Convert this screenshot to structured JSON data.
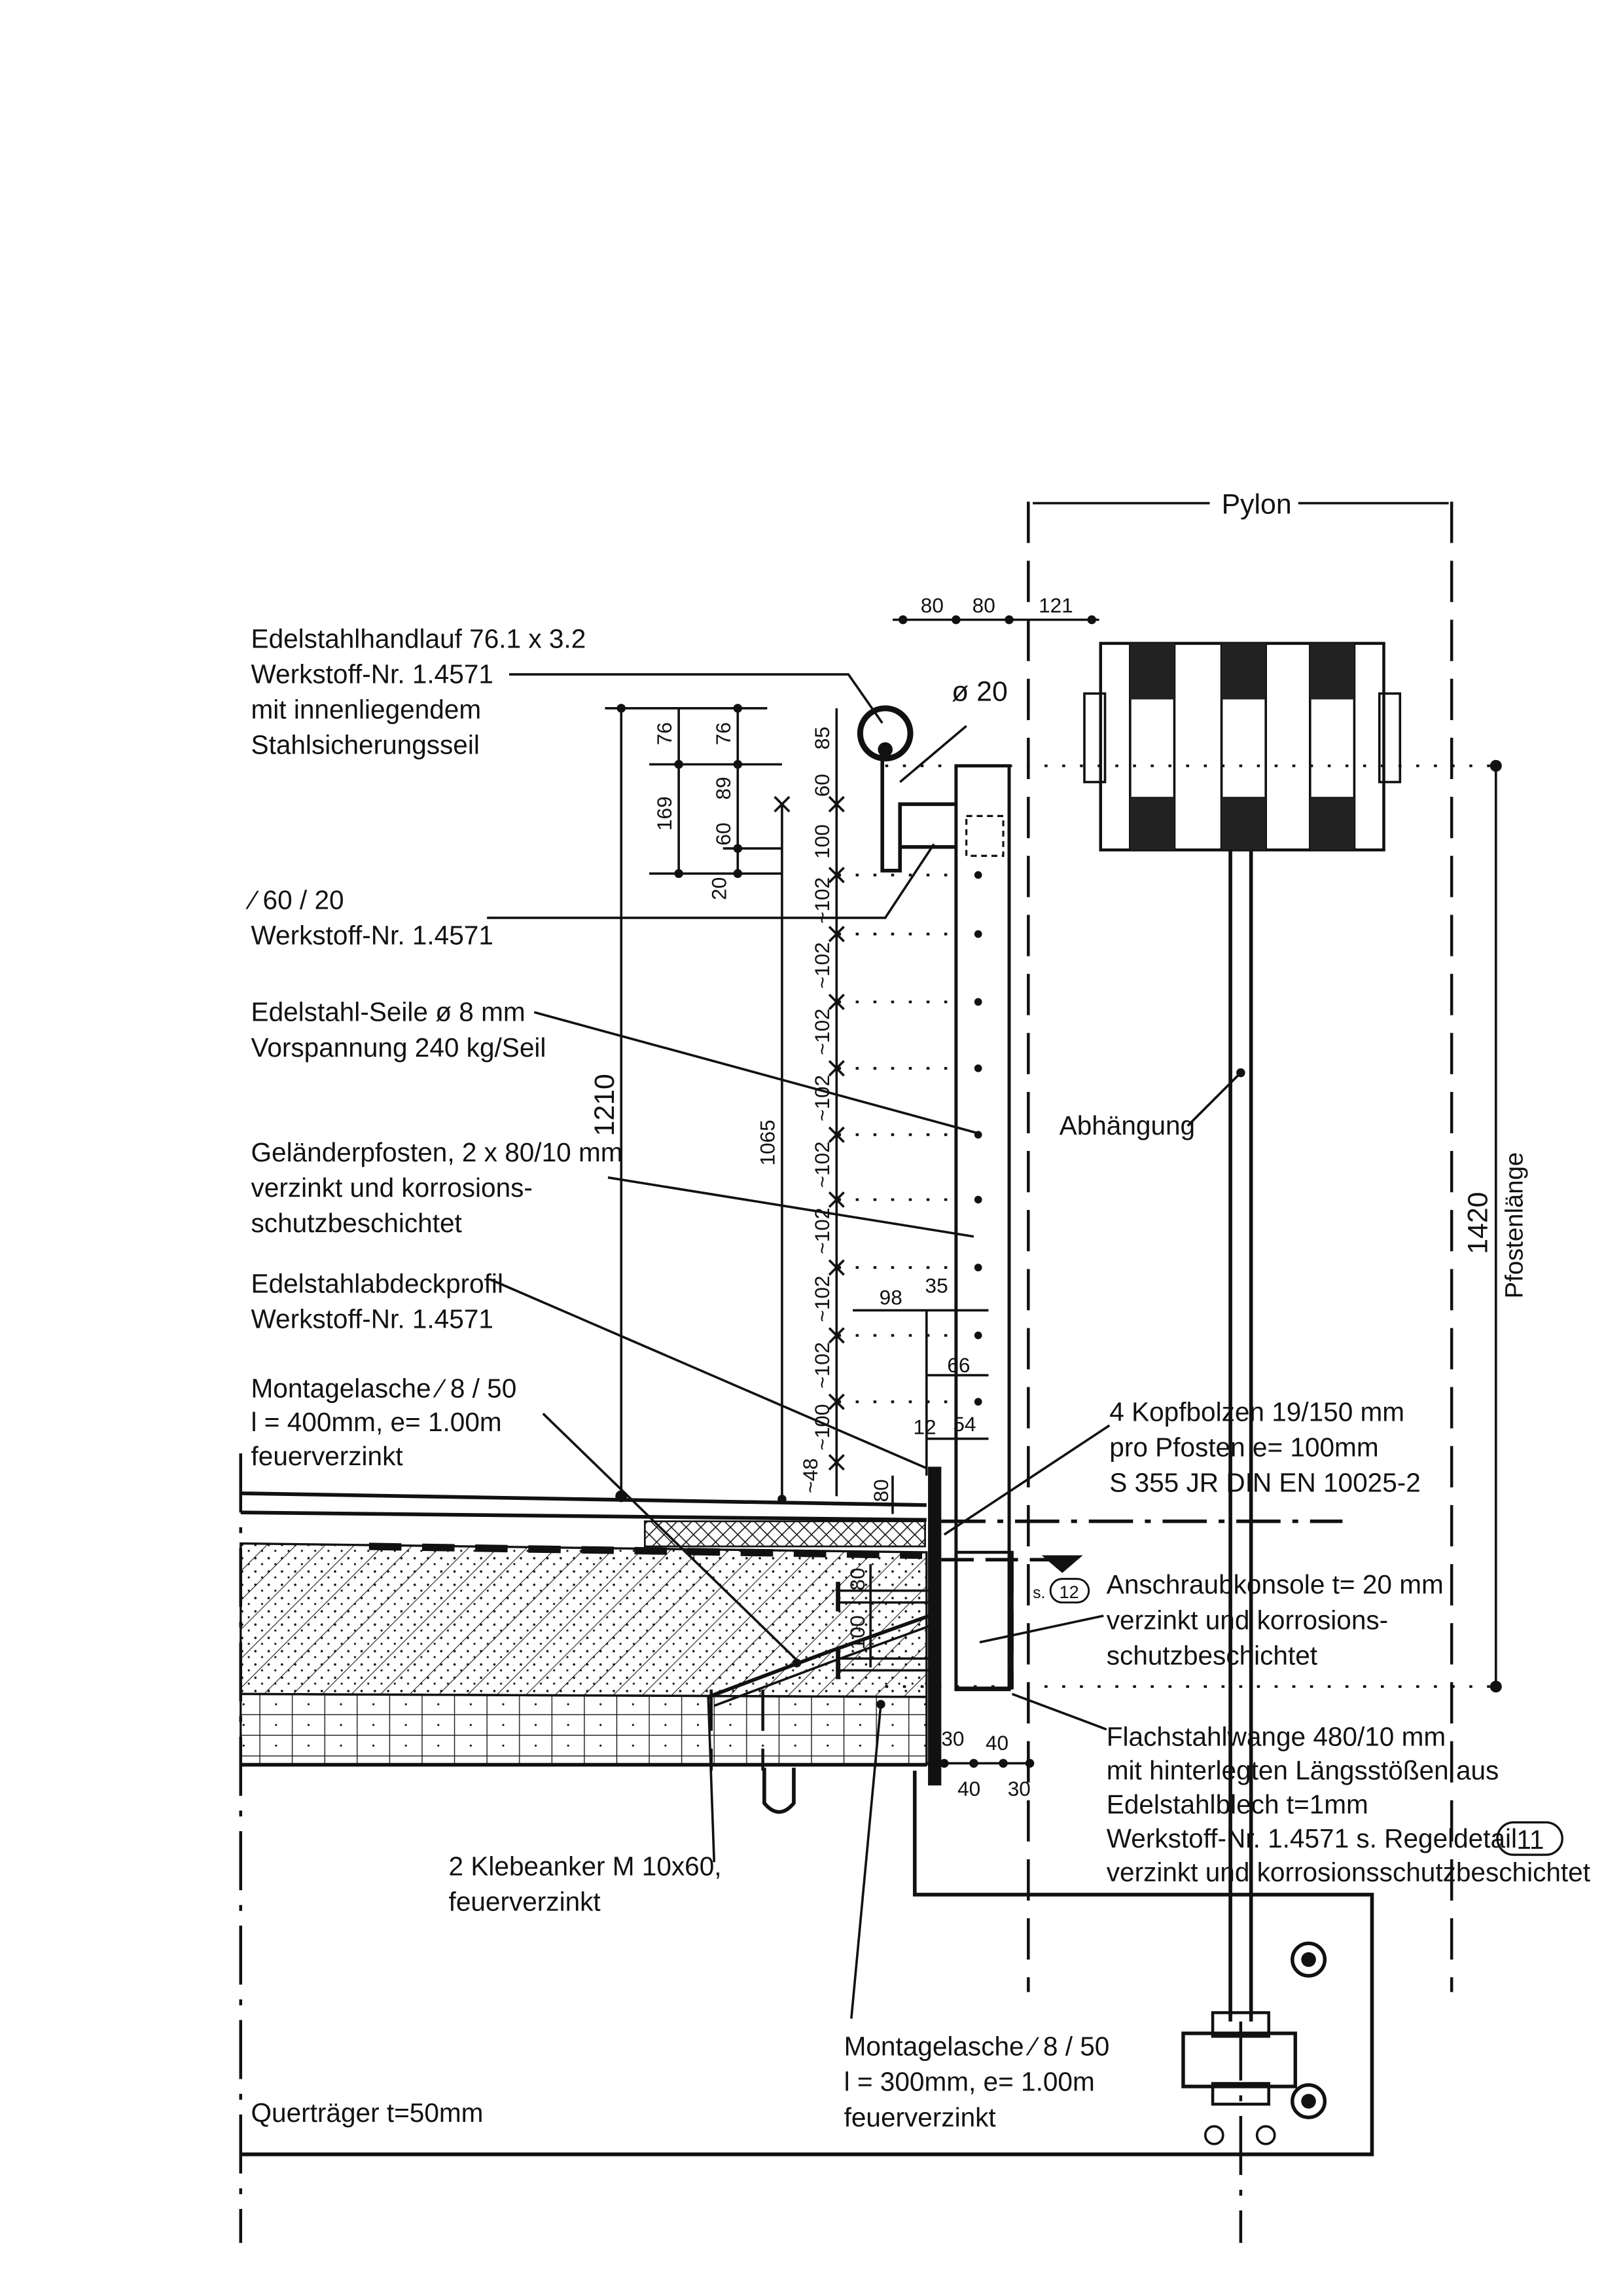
{
  "pylon_label": "Pylon",
  "labels": {
    "handlauf": [
      "Edelstahlhandlauf 76.1 x 3.2",
      "Werkstoff-Nr. 1.4571",
      "mit innenliegendem",
      "Stahlsicherungsseil"
    ],
    "flat": [
      "∕ 60 / 20",
      "Werkstoff-Nr. 1.4571"
    ],
    "seile": [
      "Edelstahl-Seile ø 8 mm",
      "Vorspannung 240 kg/Seil"
    ],
    "pfosten": [
      "Geländerpfosten, 2 x 80/10 mm",
      "verzinkt und korrosions-",
      "schutzbeschichtet"
    ],
    "abdeck": [
      "Edelstahlabdeckprofil",
      "Werkstoff-Nr. 1.4571"
    ],
    "montage1": [
      "Montagelasche ∕ 8 / 50",
      "l = 400mm, e= 1.00m",
      "feuerverzinkt"
    ],
    "kopfbolzen": [
      "4 Kopfbolzen 19/150 mm",
      "pro Pfosten  e= 100mm",
      "S 355 JR DIN EN 10025-2"
    ],
    "konsole": [
      "Anschraubkonsole  t= 20 mm",
      "verzinkt und korrosions-",
      "schutzbeschichtet"
    ],
    "wange": [
      "Flachstahlwange 480/10 mm",
      "mit hinterlegten Längsstößen aus",
      "Edelstahlblech t=1mm",
      "Werkstoff-Nr. 1.4571 s. Regeldetail",
      "verzinkt und korrosionsschutzbeschichtet"
    ],
    "wange_ref": "11",
    "klebe": [
      "2 Klebeanker M 10x60,",
      "feuerverzinkt"
    ],
    "montage2": [
      "Montagelasche ∕ 8 / 50",
      "l = 300mm, e= 1.00m",
      "feuerverzinkt"
    ],
    "quertraeger": "Querträger   t=50mm",
    "abhaengung": "Abhängung",
    "pfostenlaenge": "Pfostenlänge",
    "diameter20": "ø 20",
    "ref12_prefix": "s.",
    "ref12": "12"
  },
  "dims": {
    "top80a": "80",
    "top80b": "80",
    "top121": "121",
    "d76a": "76",
    "d76b": "76",
    "d85": "85",
    "d169": "169",
    "d89": "89",
    "d60a": "60",
    "d60b": "60",
    "d20": "20",
    "d100a": "100",
    "d1210": "1210",
    "d1065": "1065",
    "d1420": "1420",
    "rope_spacings": [
      "~102",
      "~102",
      "~102",
      "~102",
      "~102",
      "~102",
      "~102",
      "~102"
    ],
    "d100b": "~100",
    "d48": "~48",
    "d98": "98",
    "d35": "35",
    "d66": "66",
    "d12": "12",
    "d54": "54",
    "d80": "80",
    "d80b": "80",
    "d100c": "100",
    "b30a": "30",
    "b40a": "40",
    "b40b": "40",
    "b30b": "30"
  }
}
